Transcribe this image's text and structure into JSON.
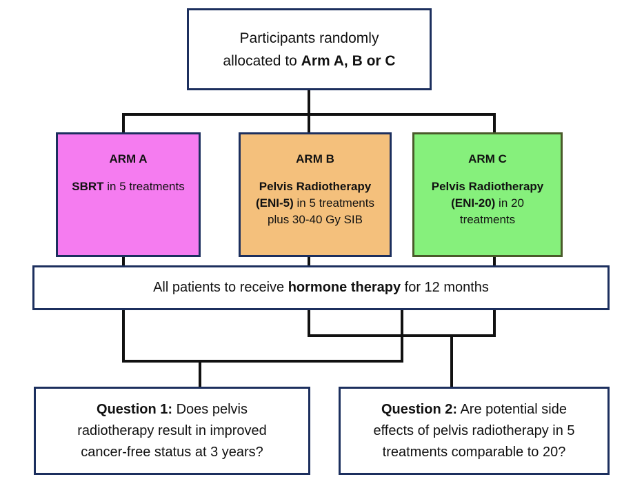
{
  "colors": {
    "box_border": "#1c2f5e",
    "arm_a_fill": "#f57cf0",
    "arm_b_fill": "#f4c07c",
    "arm_c_fill": "#86f07c",
    "arm_c_border": "#4a5a2a",
    "connector": "#111111"
  },
  "randomization": {
    "line1": "Participants randomly",
    "line2_prefix": "allocated to ",
    "line2_bold": "Arm A, B or C"
  },
  "arms": {
    "a": {
      "title": "ARM A",
      "desc_bold": "SBRT",
      "desc_rest": " in 5 treatments"
    },
    "b": {
      "title": "ARM B",
      "desc_bold1": "Pelvis Radiotherapy",
      "desc_bold2": "(ENI-5)",
      "desc_rest2": " in 5 treatments",
      "desc_line3": "plus 30-40 Gy SIB"
    },
    "c": {
      "title": "ARM C",
      "desc_bold1": "Pelvis Radiotherapy",
      "desc_bold2": "(ENI-20)",
      "desc_rest2": " in 20",
      "desc_line3": "treatments"
    }
  },
  "hormone": {
    "prefix": "All patients to receive ",
    "bold": "hormone therapy",
    "suffix": " for 12 months"
  },
  "questions": {
    "q1": {
      "label": "Question 1:",
      "line1_rest": " Does pelvis",
      "line2": "radiotherapy result in improved",
      "line3": "cancer-free status at 3 years?"
    },
    "q2": {
      "label": "Question 2:",
      "line1_rest": " Are potential side",
      "line2": "effects of pelvis radiotherapy in 5",
      "line3": "treatments comparable to 20?"
    }
  }
}
